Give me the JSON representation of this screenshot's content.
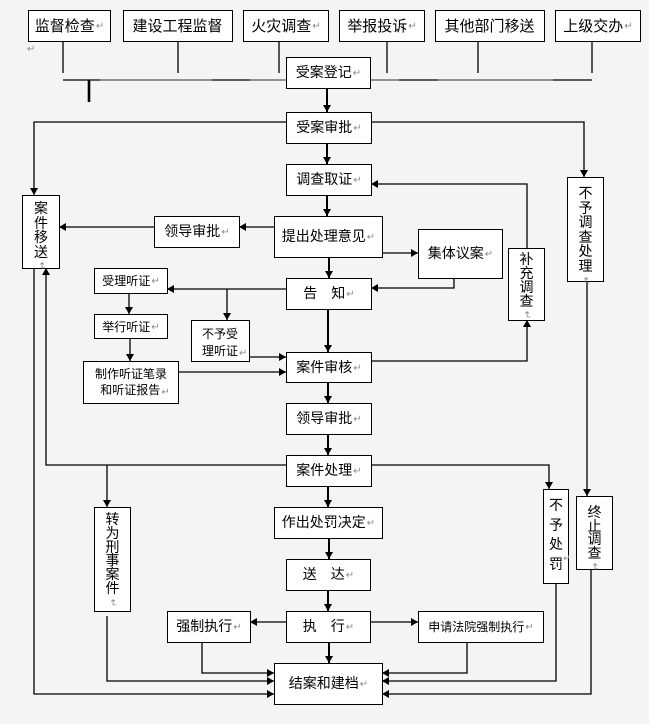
{
  "colors": {
    "background": "#f4f4f4",
    "box_fill": "#ffffff",
    "box_border": "#000000",
    "connector": "#000000",
    "connector_faded": "#8c8c8c",
    "formatting_mark": "#8a8a8a"
  },
  "stray_marks": {
    "below_first_source": "↵"
  },
  "nodes": {
    "src_supervision_inspection": {
      "label": "监督检查",
      "mark": "↵"
    },
    "src_construction_supervision": {
      "label": "建设工程监督"
    },
    "src_fire_investigation": {
      "label": "火灾调查",
      "mark": "↵"
    },
    "src_report_complaint": {
      "label": "举报投诉",
      "mark": "↵"
    },
    "src_other_dept_transfer": {
      "label": "其他部门移送"
    },
    "src_superior_assignment": {
      "label": "上级交办",
      "mark": "↵"
    },
    "case_registration": {
      "label": "受案登记",
      "mark": "↵"
    },
    "acceptance_approval": {
      "label": "受案审批",
      "mark": "↵"
    },
    "investigation": {
      "label": "调查取证",
      "mark": "↵"
    },
    "propose_opinion": {
      "label": "提出处理意见",
      "mark": "↵"
    },
    "leader_approval_1": {
      "label": "领导审批",
      "mark": "↵"
    },
    "case_transfer": {
      "label": "案件移送",
      "mark": "↵",
      "orientation": "vertical"
    },
    "collective_deliberation": {
      "label": "集体议案",
      "mark": "↵"
    },
    "notification": {
      "label": "告　知",
      "mark": "↵"
    },
    "hearing_accepted": {
      "label": "受理听证",
      "mark": "↵"
    },
    "hearing_held": {
      "label": "举行听证",
      "mark": "↵"
    },
    "hearing_record": {
      "lines": [
        "制作听证笔录",
        "和听证报告"
      ],
      "mark": "↵"
    },
    "hearing_not_accepted": {
      "lines": [
        "不予受",
        "理听证"
      ],
      "mark": "↵"
    },
    "case_review": {
      "label": "案件审核",
      "mark": "↵"
    },
    "supplementary_investigation": {
      "label": "补充调查",
      "mark": "↵",
      "orientation": "vertical"
    },
    "no_investigation": {
      "label": "不予调查处理",
      "mark": "↵",
      "orientation": "vertical"
    },
    "leader_approval_2": {
      "label": "领导审批",
      "mark": "↵"
    },
    "case_handling": {
      "label": "案件处理",
      "mark": "↵"
    },
    "criminal_transfer": {
      "label": "转为刑事案件",
      "mark": "↵",
      "orientation": "vertical"
    },
    "no_penalty": {
      "label": "不予处罚",
      "mark": "↵",
      "orientation": "vertical"
    },
    "terminate_investigation": {
      "label": "终止调查",
      "mark": "↵",
      "orientation": "vertical"
    },
    "penalty_decision": {
      "label": "作出处罚决定",
      "mark": "↵"
    },
    "service": {
      "label": "送　达",
      "mark": "↵"
    },
    "execution": {
      "label": "执　行",
      "mark": "↵"
    },
    "forced_execution": {
      "label": "强制执行",
      "mark": "↵"
    },
    "court_enforcement": {
      "label": "申请法院强制执行",
      "mark": "↵"
    },
    "case_closing": {
      "label": "结案和建档",
      "mark": "↵"
    }
  },
  "connections": [
    {
      "from": "src_supervision_inspection",
      "to": "case_registration"
    },
    {
      "from": "src_construction_supervision",
      "to": "case_registration"
    },
    {
      "from": "src_fire_investigation",
      "to": "case_registration"
    },
    {
      "from": "src_report_complaint",
      "to": "case_registration"
    },
    {
      "from": "src_other_dept_transfer",
      "to": "case_registration"
    },
    {
      "from": "src_superior_assignment",
      "to": "case_registration"
    },
    {
      "from": "case_registration",
      "to": "acceptance_approval"
    },
    {
      "from": "acceptance_approval",
      "to": "case_transfer"
    },
    {
      "from": "acceptance_approval",
      "to": "no_investigation"
    },
    {
      "from": "acceptance_approval",
      "to": "investigation"
    },
    {
      "from": "investigation",
      "to": "propose_opinion"
    },
    {
      "from": "propose_opinion",
      "to": "leader_approval_1"
    },
    {
      "from": "leader_approval_1",
      "to": "case_transfer"
    },
    {
      "from": "propose_opinion",
      "to": "collective_deliberation"
    },
    {
      "from": "collective_deliberation",
      "to": "notification"
    },
    {
      "from": "propose_opinion",
      "to": "notification"
    },
    {
      "from": "notification",
      "to": "hearing_accepted"
    },
    {
      "from": "notification",
      "to": "hearing_not_accepted"
    },
    {
      "from": "hearing_accepted",
      "to": "hearing_held"
    },
    {
      "from": "hearing_held",
      "to": "hearing_record"
    },
    {
      "from": "hearing_not_accepted",
      "to": "case_review"
    },
    {
      "from": "hearing_record",
      "to": "case_review"
    },
    {
      "from": "notification",
      "to": "case_review"
    },
    {
      "from": "case_review",
      "to": "supplementary_investigation"
    },
    {
      "from": "supplementary_investigation",
      "to": "investigation"
    },
    {
      "from": "case_review",
      "to": "leader_approval_2"
    },
    {
      "from": "leader_approval_2",
      "to": "case_handling"
    },
    {
      "from": "case_handling",
      "to": "case_transfer"
    },
    {
      "from": "case_handling",
      "to": "criminal_transfer"
    },
    {
      "from": "case_handling",
      "to": "no_penalty"
    },
    {
      "from": "no_investigation",
      "to": "terminate_investigation"
    },
    {
      "from": "case_handling",
      "to": "penalty_decision"
    },
    {
      "from": "penalty_decision",
      "to": "service"
    },
    {
      "from": "service",
      "to": "execution"
    },
    {
      "from": "execution",
      "to": "forced_execution"
    },
    {
      "from": "execution",
      "to": "court_enforcement"
    },
    {
      "from": "execution",
      "to": "case_closing"
    },
    {
      "from": "forced_execution",
      "to": "case_closing"
    },
    {
      "from": "criminal_transfer",
      "to": "case_closing"
    },
    {
      "from": "case_transfer",
      "to": "case_closing"
    },
    {
      "from": "court_enforcement",
      "to": "case_closing"
    },
    {
      "from": "no_penalty",
      "to": "case_closing"
    },
    {
      "from": "terminate_investigation",
      "to": "case_closing"
    }
  ]
}
